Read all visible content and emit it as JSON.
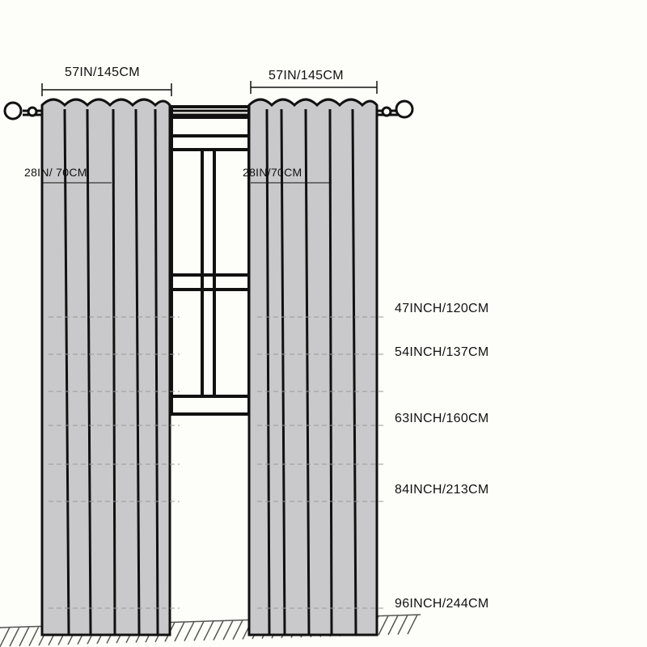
{
  "dimensions": {
    "width_left": "57IN/145CM",
    "width_right": "57IN/145CM",
    "panel_width_left": "28IN/ 70CM",
    "panel_width_right": "28IN/70CM"
  },
  "lengths": [
    "47INCH/120CM",
    "54INCH/137CM",
    "63INCH/160CM",
    "84INCH/213CM",
    "96INCH/244CM"
  ],
  "colors": {
    "background": "#fdfdf9",
    "curtain_fill": "#c9c9cb",
    "outline": "#111111",
    "dashed": "#999999"
  }
}
